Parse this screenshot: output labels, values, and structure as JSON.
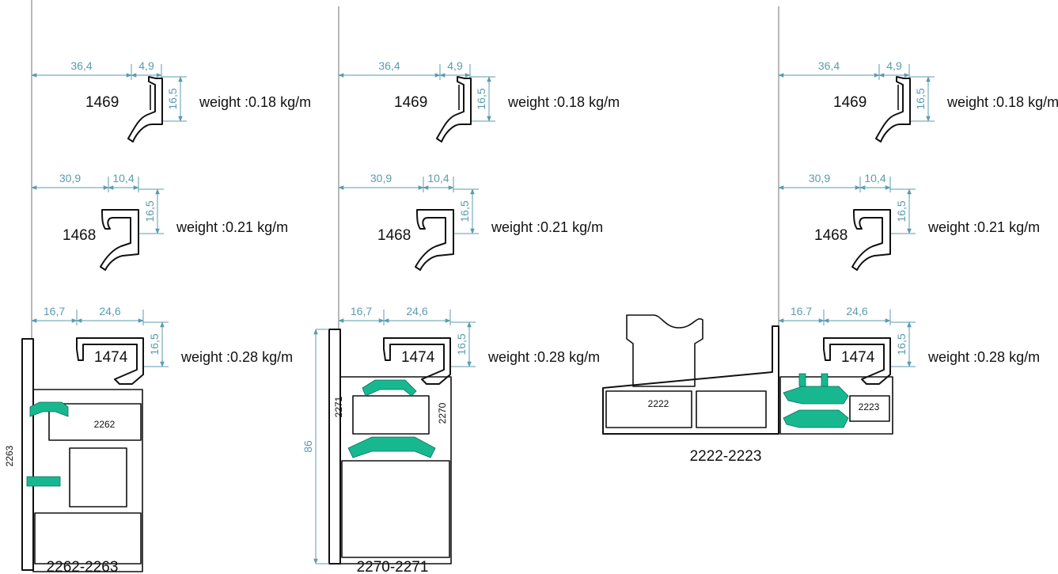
{
  "colors": {
    "dimension": "#5b9bb0",
    "gasket": "#17b890",
    "outline": "#111111",
    "reference_line": "#8a8a8a"
  },
  "columns": [
    {
      "profile_label": "2262-2263",
      "inner_labels": [
        "2262",
        "2263"
      ],
      "beads": [
        {
          "code": "1469",
          "dim_left": "36,4",
          "dim_right": "4,9",
          "dim_height": "16,5",
          "weight": "weight :0.18 kg/m"
        },
        {
          "code": "1468",
          "dim_left": "30,9",
          "dim_right": "10,4",
          "dim_height": "16,5",
          "weight": "weight :0.21 kg/m"
        },
        {
          "code": "1474",
          "dim_left": "16,7",
          "dim_right": "24,6",
          "dim_height": "16,5",
          "weight": "weight :0.28 kg/m"
        }
      ]
    },
    {
      "profile_label": "2270-2271",
      "inner_labels": [
        "2271",
        "2270"
      ],
      "frame_height": "86",
      "beads": [
        {
          "code": "1469",
          "dim_left": "36,4",
          "dim_right": "4,9",
          "dim_height": "16,5",
          "weight": "weight :0.18 kg/m"
        },
        {
          "code": "1468",
          "dim_left": "30,9",
          "dim_right": "10,4",
          "dim_height": "16,5",
          "weight": "weight :0.21 kg/m"
        },
        {
          "code": "1474",
          "dim_left": "16,7",
          "dim_right": "24,6",
          "dim_height": "16,5",
          "weight": "weight :0.28 kg/m"
        }
      ]
    },
    {
      "profile_label": "2222-2223",
      "inner_labels": [
        "2222",
        "2223"
      ],
      "beads": [
        {
          "code": "1469",
          "dim_left": "36,4",
          "dim_right": "4,9",
          "dim_height": "16,5",
          "weight": "weight :0.18 kg/m"
        },
        {
          "code": "1468",
          "dim_left": "30,9",
          "dim_right": "10,4",
          "dim_height": "16,5",
          "weight": "weight :0.21 kg/m"
        },
        {
          "code": "1474",
          "dim_left": "16.7",
          "dim_right": "24,6",
          "dim_height": "16,5",
          "weight": "weight :0.28 kg/m"
        }
      ]
    }
  ]
}
